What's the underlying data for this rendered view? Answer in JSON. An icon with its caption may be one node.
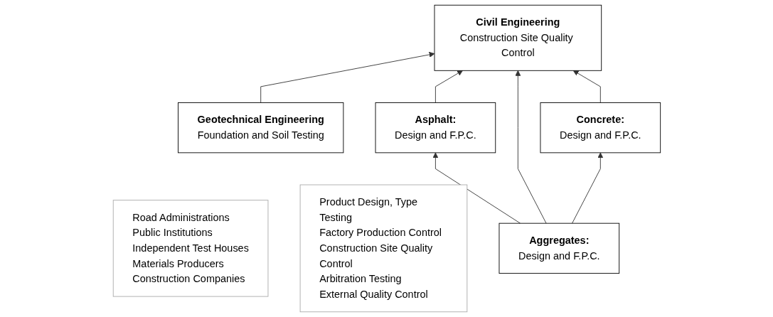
{
  "diagram": {
    "nodes": [
      {
        "text": [
          "Civil Engineering",
          "Construction Site Quality Control"
        ]
      },
      {
        "text": [
          "Geotechnical Engineering",
          "Foundation and Soil Testing"
        ]
      },
      {
        "text": [
          "Road Administrations",
          "Public Institutions",
          "Independent Test Houses",
          "Materials Producers",
          "Construction Companies"
        ]
      },
      {
        "text": [
          "Asphalt:",
          "Design and F.P.C."
        ]
      },
      {
        "text": [
          "Concrete:",
          "Design and F.P.C."
        ]
      },
      {
        "text": [
          "Product Design, Type Testing",
          "Factory Production Control",
          "Construction Site Quality Control",
          "Arbitration Testing",
          "External Quality Control"
        ]
      },
      {
        "text": [
          "Aggregates:",
          "Design and F.P.C."
        ]
      }
    ],
    "edges": [
      {
        "from": 1,
        "to": 0,
        "arrow": "to"
      },
      {
        "from": 3,
        "to": 0,
        "arrow": "to"
      },
      {
        "from": 6,
        "to": 0,
        "arrow": "to"
      },
      {
        "from": 4,
        "to": 0,
        "arrow": "to"
      },
      {
        "from": 6,
        "to": 3,
        "arrow": "to"
      },
      {
        "from": 6,
        "to": 4,
        "arrow": "to"
      }
    ]
  }
}
